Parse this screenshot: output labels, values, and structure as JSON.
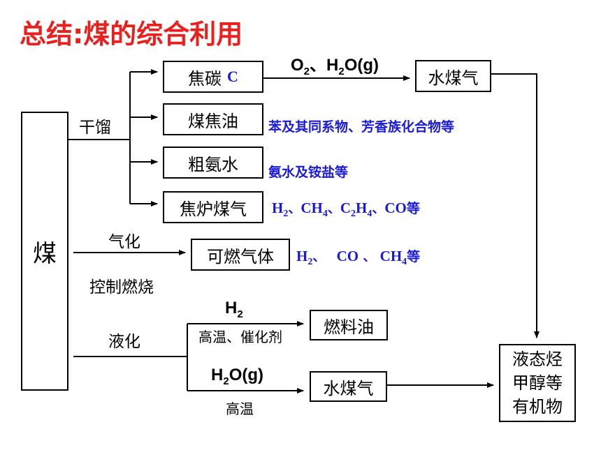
{
  "title": "总结:煤的综合利用",
  "source": "煤",
  "methods": {
    "dry_distillation": "干馏",
    "gasification": "气化",
    "controlled_combustion": "控制燃烧",
    "liquefaction": "液化"
  },
  "products": {
    "coke": "焦碳",
    "coke_symbol": "C",
    "coal_tar": "煤焦油",
    "crude_ammonia": "粗氨水",
    "coke_oven_gas": "焦炉煤气",
    "combustible_gas": "可燃气体",
    "fuel_oil": "燃料油",
    "water_gas_top": "水煤气",
    "water_gas_bottom": "水煤气",
    "final_line1": "液态烃",
    "final_line2": "甲醇等",
    "final_line3": "有机物"
  },
  "conditions": {
    "coke_to_water_gas_o2": "O",
    "coke_to_water_gas_o2_sub": "2",
    "coke_to_water_gas_sep": "、",
    "coke_to_water_gas_h2o": "H",
    "coke_to_water_gas_h2o_sub": "2",
    "coke_to_water_gas_h2o_rest": "O(g)",
    "h2_main": "H",
    "h2_sub": "2",
    "high_temp_catalyst": "高温、催化剂",
    "h2o_main": "H",
    "h2o_sub": "2",
    "h2o_rest": "O(g)",
    "high_temp": "高温"
  },
  "descriptions": {
    "coal_tar": "苯及其同系物、芳香族化合物等",
    "crude_ammonia": "氨水及铵盐等",
    "coke_oven_gas": {
      "h2": "H",
      "h2_sub": "2",
      "sep1": "、",
      "ch4": "CH",
      "ch4_sub": "4",
      "sep2": "、",
      "c2h4_c": "C",
      "c2h4_c_sub": "2",
      "c2h4_h": "H",
      "c2h4_h_sub": "4",
      "sep3": "、",
      "co": "CO",
      "tail": "等"
    },
    "combustible_gas": {
      "h2": "H",
      "h2_sub": "2",
      "sep1": "、 ",
      "co": "CO",
      "sep2": " 、 ",
      "ch4": "CH",
      "ch4_sub": "4",
      "tail": "等"
    }
  },
  "colors": {
    "title": "#e8201e",
    "description": "#1a1ad8",
    "line": "#000000"
  }
}
